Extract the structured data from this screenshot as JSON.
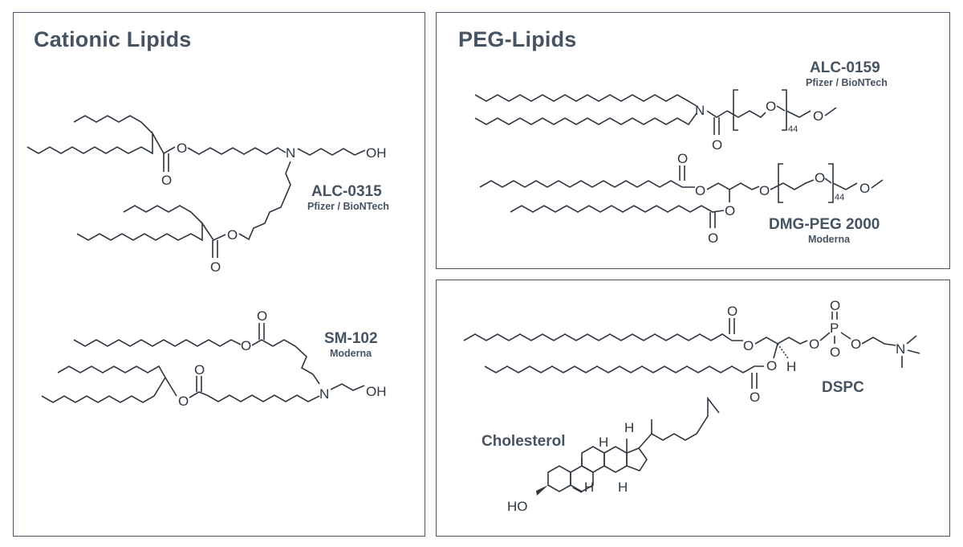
{
  "panels": {
    "cationic": {
      "title": "Cationic Lipids"
    },
    "peg": {
      "title": "PEG-Lipids"
    },
    "helper": {
      "title": ""
    }
  },
  "compounds": {
    "alc0315": {
      "name": "ALC-0315",
      "sub": "Pfizer / BioNTech"
    },
    "sm102": {
      "name": "SM-102",
      "sub": "Moderna"
    },
    "alc0159": {
      "name": "ALC-0159",
      "sub": "Pfizer / BioNTech"
    },
    "dmgpeg": {
      "name": "DMG-PEG 2000",
      "sub": "Moderna"
    },
    "dspc": {
      "name": "DSPC"
    },
    "cholesterol": {
      "name": "Cholesterol"
    }
  },
  "atoms": {
    "O": "O",
    "N": "N",
    "P": "P",
    "H": "H",
    "OH": "OH",
    "HO": "HO",
    "peg_repeat": "44"
  },
  "colors": {
    "line": "#2e3640",
    "text": "#465361",
    "border": "#4a5663"
  }
}
